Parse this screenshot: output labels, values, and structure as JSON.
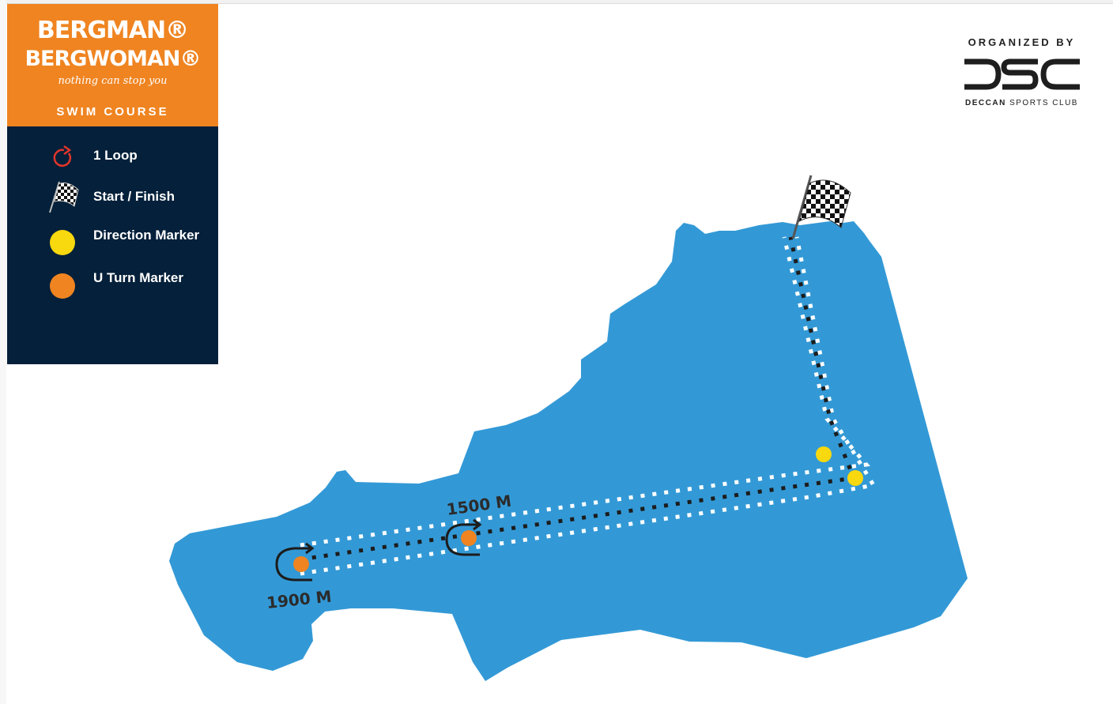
{
  "brand": {
    "line1": "BERGMAN®",
    "line2": "BERGWOMAN®",
    "tagline": "nothing can stop you",
    "course_title": "SWIM COURSE"
  },
  "legend": {
    "items": [
      {
        "icon": "loop-arrow-icon",
        "label": "1 Loop"
      },
      {
        "icon": "checkered-flag-icon",
        "label": "Start / Finish"
      },
      {
        "icon": "yellow-dot-icon",
        "label": "Direction Marker"
      },
      {
        "icon": "orange-dot-icon",
        "label": "U Turn Marker"
      }
    ]
  },
  "organizer": {
    "label": "ORGANIZED BY",
    "name_bold": "DECCAN",
    "name_rest": " SPORTS CLUB"
  },
  "map": {
    "distance_labels": [
      "1500 M",
      "1900 M"
    ],
    "markers": {
      "direction_markers": 2,
      "u_turn_markers": 2
    }
  },
  "colors": {
    "brand_orange": "#ef8421",
    "legend_navy": "#04203a",
    "water": "#3399d6",
    "direction_marker": "#f8d80e",
    "u_turn_marker": "#ef8421",
    "loop_arrow": "#e2362b"
  }
}
